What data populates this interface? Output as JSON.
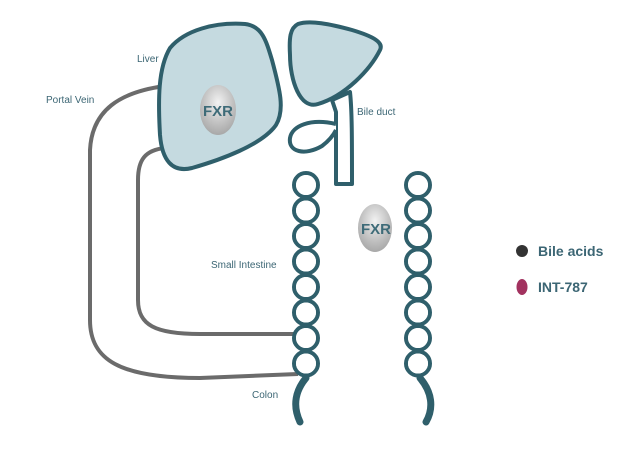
{
  "diagram": {
    "labels": {
      "liver": "Liver",
      "portal_vein": "Portal Vein",
      "bile_duct": "Bile duct",
      "small_intestine": "Small Intestine",
      "colon": "Colon"
    },
    "receptors": [
      {
        "label": "FXR",
        "location": "liver"
      },
      {
        "label": "FXR",
        "location": "intestine"
      }
    ],
    "legend": [
      {
        "label": "Bile acids",
        "color": "#333333",
        "icon": "black-dot"
      },
      {
        "label": "INT-787",
        "color": "#a2325f",
        "icon": "magenta-oval"
      }
    ],
    "colors": {
      "organ_outline": "#2f5f6b",
      "organ_fill": "#c5dae0",
      "vessel": "#6b6b6b",
      "label": "#3c6674",
      "receptor_fill": "#b8b8b8"
    }
  }
}
